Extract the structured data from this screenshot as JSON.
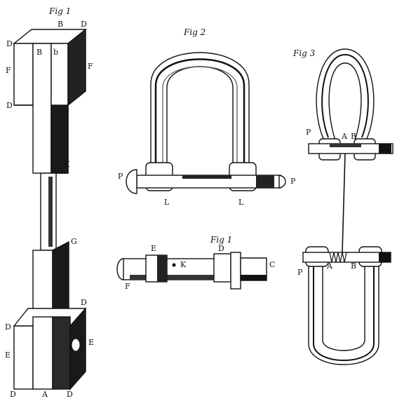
{
  "captions": {
    "fig_left": "Fig 1",
    "fig_top_mid": "Fig 2",
    "fig_right": "Fig 3",
    "fig_bottom_mid": "Fig 1"
  },
  "labels": {
    "b_top": "B",
    "d_top_right": "D",
    "d_upper_left": "D",
    "b_face": "B",
    "b_face2": "b",
    "f_left": "F",
    "f_right": "F",
    "d_mid_left": "D",
    "k_left": "K",
    "g_left": "G",
    "d_low_right": "D",
    "d_low_left": "D",
    "e_left": "E",
    "e_right": "E",
    "d_bottom_left": "D",
    "a_bottom": "A",
    "d_bottom_right": "D",
    "p_fig2_left": "P",
    "p_fig2_right": "P",
    "l_fig2_left": "L",
    "l_fig2_right": "L",
    "e_pin": "E",
    "d_pin": "D",
    "c_pin": "C",
    "k_pin": "K",
    "f_pin": "F",
    "p_fig3_top": "P",
    "a_fig3_top": "A",
    "b_fig3_top": "B",
    "p_fig3_low": "P",
    "a_fig3_low": "A",
    "b_fig3_low": "B"
  }
}
